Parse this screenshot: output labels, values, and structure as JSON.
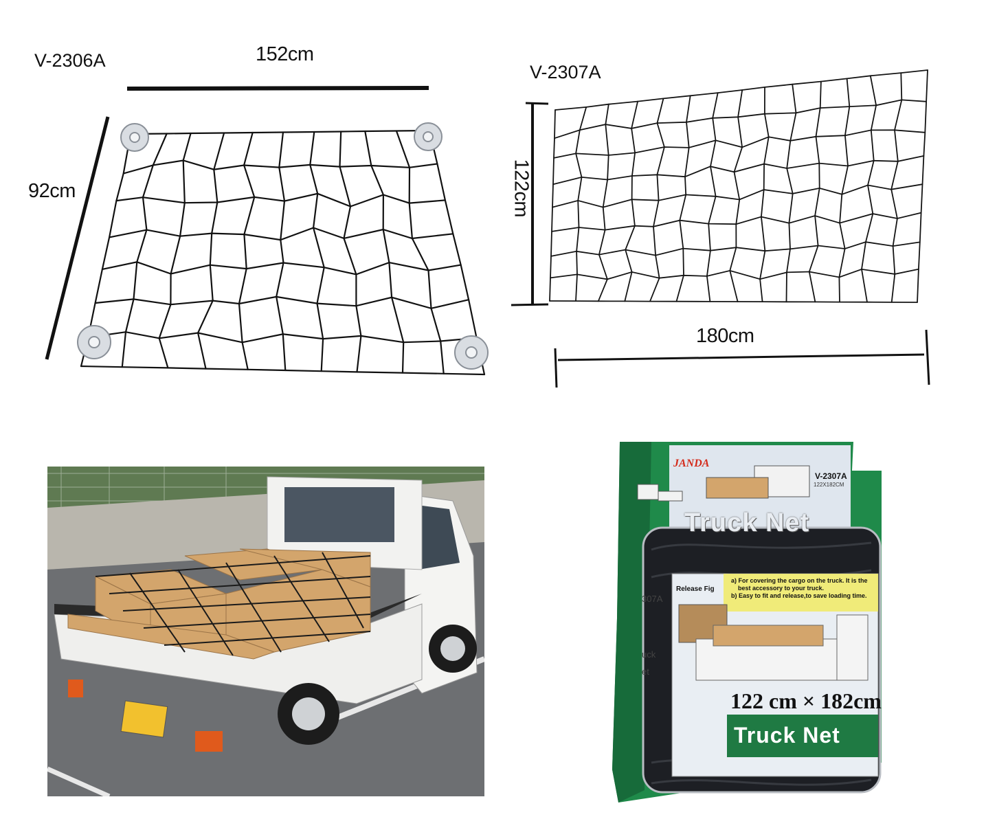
{
  "net_small": {
    "model": "V-2306A",
    "width_label": "152cm",
    "height_label": "92cm"
  },
  "net_large": {
    "model": "V-2307A",
    "height_label": "122cm",
    "width_label": "180cm"
  },
  "truck_photo": {
    "description_icon": "truck-with-netted-cargo"
  },
  "package": {
    "brand": "JANDA",
    "model": "V-2307A",
    "size_small": "122X182CM",
    "title_top": "Truck Net",
    "release_label": "Release Fig",
    "features": [
      "a) For covering the cargo on the truck. It is the",
      "best accessory to your truck.",
      "b) Easy to fit and release,to save loading time."
    ],
    "dimensions": "122 cm × 182cm",
    "title_bottom": "Truck Net",
    "side_model": "307A",
    "side_title": "uck",
    "side_title2": "et",
    "colors": {
      "green": "#1f8a4a",
      "dark_green": "#176b3a",
      "net_black": "#141414"
    }
  }
}
